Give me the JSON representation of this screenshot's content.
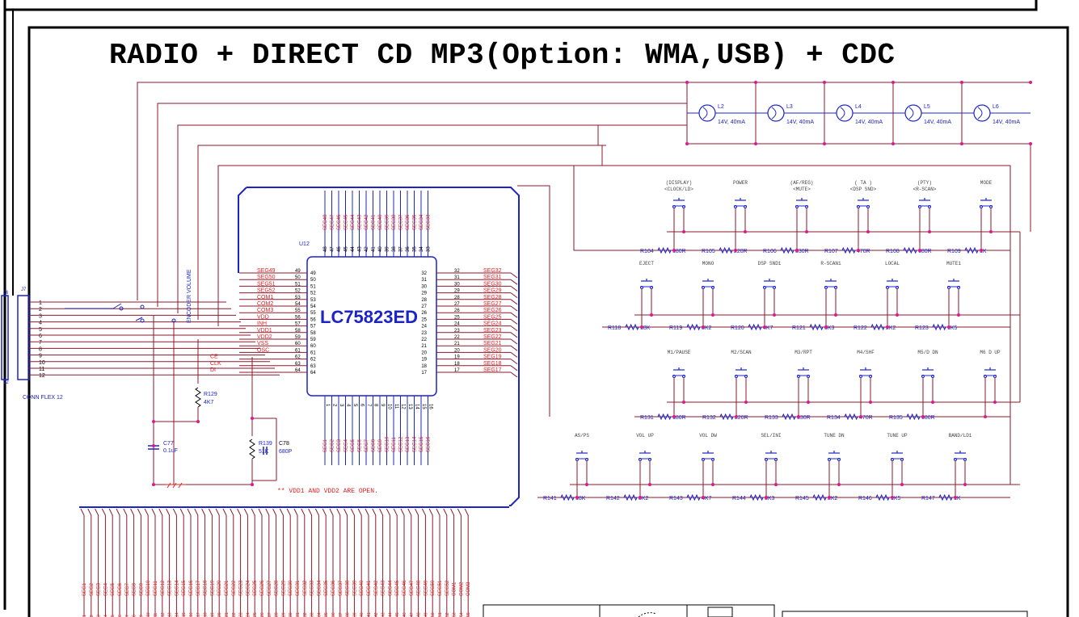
{
  "title": "RADIO + DIRECT CD MP3(Option: WMA,USB) + CDC",
  "chip": {
    "ref": "U12",
    "name": "LC75823ED",
    "note": "** VDD1 AND VDD2 ARE OPEN.",
    "top_pins": [
      "48",
      "47",
      "46",
      "45",
      "44",
      "43",
      "42",
      "41",
      "40",
      "39",
      "38",
      "37",
      "36",
      "35",
      "34",
      "33"
    ],
    "top_segs": [
      "SEG48",
      "SEG47",
      "SEG46",
      "SEG45",
      "SEG44",
      "SEG43",
      "SEG42",
      "SEG41",
      "SEG40",
      "SEG39",
      "SEG38",
      "SEG37",
      "SEG36",
      "SEG35",
      "SEG34",
      "SEG33"
    ],
    "bottom_pins": [
      "1",
      "2",
      "3",
      "4",
      "5",
      "6",
      "7",
      "8",
      "9",
      "10",
      "11",
      "12",
      "13",
      "14",
      "15",
      "16"
    ],
    "bottom_segs": [
      "SEG1",
      "SEG2",
      "SEG3",
      "SEG4",
      "SEG5",
      "SEG6",
      "SEG7",
      "SEG8",
      "SEG9",
      "SEG10",
      "SEG11",
      "SEG12",
      "SEG13",
      "SEG14",
      "SEG15",
      "SEG16"
    ],
    "left_pins": [
      {
        "num": "49",
        "net": "SEG49"
      },
      {
        "num": "50",
        "net": "SEG50"
      },
      {
        "num": "51",
        "net": "SEG51"
      },
      {
        "num": "52",
        "net": "SEG52"
      },
      {
        "num": "53",
        "net": "COM1"
      },
      {
        "num": "54",
        "net": "COM2"
      },
      {
        "num": "55",
        "net": "COM3"
      },
      {
        "num": "56",
        "net": "VDD"
      },
      {
        "num": "57",
        "net": "INH"
      },
      {
        "num": "58",
        "net": "VDD1"
      },
      {
        "num": "59",
        "net": "VDD2"
      },
      {
        "num": "60",
        "net": "VSS"
      },
      {
        "num": "61",
        "net": "OSC"
      },
      {
        "num": "62",
        "net": "CE"
      },
      {
        "num": "63",
        "net": "CLK"
      },
      {
        "num": "64",
        "net": "DI"
      }
    ],
    "right_pins": [
      {
        "num": "32",
        "net": "SEG32"
      },
      {
        "num": "31",
        "net": "SEG31"
      },
      {
        "num": "30",
        "net": "SEG30"
      },
      {
        "num": "29",
        "net": "SEG29"
      },
      {
        "num": "28",
        "net": "SEG28"
      },
      {
        "num": "27",
        "net": "SEG27"
      },
      {
        "num": "26",
        "net": "SEG26"
      },
      {
        "num": "25",
        "net": "SEG25"
      },
      {
        "num": "24",
        "net": "SEG24"
      },
      {
        "num": "23",
        "net": "SEG23"
      },
      {
        "num": "22",
        "net": "SEG22"
      },
      {
        "num": "21",
        "net": "SEG21"
      },
      {
        "num": "20",
        "net": "SEG20"
      },
      {
        "num": "19",
        "net": "SEG19"
      },
      {
        "num": "18",
        "net": "SEG18"
      },
      {
        "num": "17",
        "net": "SEG17"
      }
    ]
  },
  "connector": {
    "ref": "J7",
    "ref_left": "J6",
    "name": "CONN FLEX 12",
    "pins": [
      "1",
      "2",
      "3",
      "4",
      "5",
      "6",
      "7",
      "8",
      "9",
      "10",
      "11",
      "12"
    ],
    "left_pin": "12",
    "encoder_label": "ENCODER VOLUME"
  },
  "lamps": [
    {
      "ref": "L2",
      "value": "14V, 40mA"
    },
    {
      "ref": "L3",
      "value": "14V, 40mA"
    },
    {
      "ref": "L4",
      "value": "14V, 40mA"
    },
    {
      "ref": "L5",
      "value": "14V, 40mA"
    },
    {
      "ref": "L6",
      "value": "14V, 40mA"
    }
  ],
  "key_rows": [
    {
      "keys": [
        {
          "label": "(DISPLAY)",
          "sub": "<CLOCK/LD>"
        },
        {
          "label": "POWER",
          "sub": ""
        },
        {
          "label": "(AF/REG)",
          "sub": "<MUTE>"
        },
        {
          "label": "( TA )",
          "sub": "<DSP SND>"
        },
        {
          "label": "(PTY)",
          "sub": "<R-SCAN>"
        },
        {
          "label": "MODE",
          "sub": ""
        }
      ],
      "resistors": [
        {
          "ref": "R104",
          "value": "180R"
        },
        {
          "ref": "R105",
          "value": "220R"
        },
        {
          "ref": "R106",
          "value": "330R"
        },
        {
          "ref": "R107",
          "value": "470R"
        },
        {
          "ref": "R108",
          "value": "680R"
        },
        {
          "ref": "R109",
          "value": "1K"
        }
      ]
    },
    {
      "keys": [
        {
          "label": "EJECT",
          "sub": ""
        },
        {
          "label": "MONO",
          "sub": ""
        },
        {
          "label": "DSP SND1",
          "sub": ""
        },
        {
          "label": "R-SCAN1",
          "sub": ""
        },
        {
          "label": "LOCAL",
          "sub": ""
        },
        {
          "label": "MUTE1",
          "sub": ""
        }
      ],
      "resistors": [
        {
          "ref": "R118",
          "value": "18K"
        },
        {
          "ref": "R119",
          "value": "8K2"
        },
        {
          "ref": "R120",
          "value": "4K7"
        },
        {
          "ref": "R121",
          "value": "3K3"
        },
        {
          "ref": "R122",
          "value": "2K2"
        },
        {
          "ref": "R123",
          "value": "1K5"
        }
      ]
    },
    {
      "keys": [
        {
          "label": "M1/PAUSE",
          "sub": ""
        },
        {
          "label": "M2/SCAN",
          "sub": ""
        },
        {
          "label": "M3/RPT",
          "sub": ""
        },
        {
          "label": "M4/SHF",
          "sub": ""
        },
        {
          "label": "M5/D DN",
          "sub": ""
        },
        {
          "label": "M6 D UP",
          "sub": ""
        }
      ],
      "resistors": [
        {
          "ref": "R131",
          "value": "180R"
        },
        {
          "ref": "R132",
          "value": "220R"
        },
        {
          "ref": "R133",
          "value": "330R"
        },
        {
          "ref": "R134",
          "value": "470R"
        },
        {
          "ref": "R135",
          "value": "680R"
        }
      ]
    },
    {
      "keys": [
        {
          "label": "AS/PS",
          "sub": ""
        },
        {
          "label": "VOL UP",
          "sub": ""
        },
        {
          "label": "VOL DW",
          "sub": ""
        },
        {
          "label": "SEL/INI",
          "sub": ""
        },
        {
          "label": "TUNE DN",
          "sub": ""
        },
        {
          "label": "TUNE UP",
          "sub": ""
        },
        {
          "label": "BAND/LD1",
          "sub": ""
        }
      ],
      "resistors": [
        {
          "ref": "R141",
          "value": "18K"
        },
        {
          "ref": "R142",
          "value": "8K2"
        },
        {
          "ref": "R143",
          "value": "4K7"
        },
        {
          "ref": "R144",
          "value": "3K3"
        },
        {
          "ref": "R145",
          "value": "2K2"
        },
        {
          "ref": "R146",
          "value": "1K5"
        },
        {
          "ref": "R147",
          "value": "1K"
        }
      ]
    }
  ],
  "passives": {
    "r129": {
      "ref": "R129",
      "value": "4K7"
    },
    "r139": {
      "ref": "R139",
      "value": "51K"
    },
    "c77": {
      "ref": "C77",
      "value": "0.1uF"
    },
    "c78": {
      "ref": "C78",
      "value": "680P"
    }
  },
  "bus_labels": [
    "SEG1",
    "SEG2",
    "SEG3",
    "SEG4",
    "SEG5",
    "SEG6",
    "SEG7",
    "SEG8",
    "SEG9",
    "SEG10",
    "SEG11",
    "SEG12",
    "SEG13",
    "SEG14",
    "SEG15",
    "SEG16",
    "SEG17",
    "SEG18",
    "SEG19",
    "SEG20",
    "SEG21",
    "SEG22",
    "SEG23",
    "SEG24",
    "SEG25",
    "SEG26",
    "SEG27",
    "SEG28",
    "SEG29",
    "SEG30",
    "SEG31",
    "SEG32",
    "SEG33",
    "SEG34",
    "SEG35",
    "SEG36",
    "SEG37",
    "SEG38",
    "SEG39",
    "SEG40",
    "SEG41",
    "SEG42",
    "SEG43",
    "SEG44",
    "SEG45",
    "SEG46",
    "SEG47",
    "SEG48",
    "SEG49",
    "SEG50",
    "SEG51",
    "SEG52",
    "COM1",
    "COM2",
    "COM3"
  ],
  "colors": {
    "wire": "#8b1a2e",
    "bus": "#1c24c8",
    "label": "#e01f1f",
    "junction": "#d81b8a",
    "frame": "#000000"
  }
}
